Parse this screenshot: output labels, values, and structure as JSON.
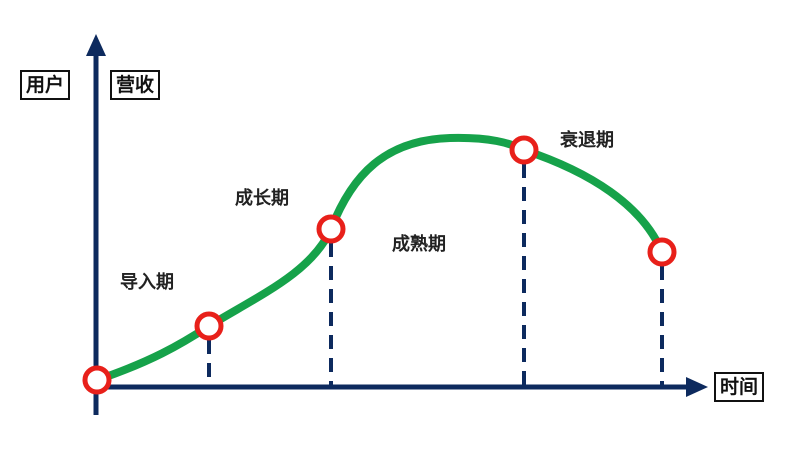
{
  "axes": {
    "y_labels": [
      "用户",
      "营收"
    ],
    "x_label": "时间"
  },
  "phases": [
    "导入期",
    "成长期",
    "成熟期",
    "衰退期"
  ],
  "colors": {
    "axis": "#0d2a5e",
    "curve": "#16a24a",
    "marker": "#e8201a"
  }
}
